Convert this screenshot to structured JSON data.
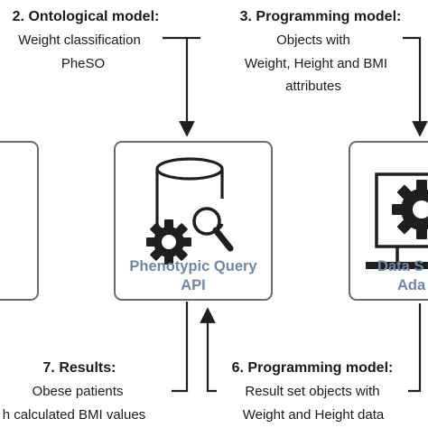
{
  "top_left": {
    "title": "2. Ontological model:",
    "lines": [
      "Weight classification",
      "PheSO"
    ]
  },
  "top_right": {
    "title": "3. Programming model:",
    "lines": [
      "Objects with",
      "Weight, Height and BMI",
      "attributes"
    ]
  },
  "center_box": {
    "lines": [
      "Phenotypic Query",
      "API"
    ]
  },
  "right_box": {
    "lines": [
      "Data S",
      "Ada"
    ]
  },
  "bottom_left": {
    "title": "7. Results:",
    "lines": [
      "Obese patients",
      "h calculated BMI values"
    ]
  },
  "bottom_right": {
    "title": "6. Programming model:",
    "lines": [
      "Result set objects with",
      "Weight and Height data"
    ]
  },
  "icons": {
    "center": [
      "database-icon",
      "gear-icon",
      "magnifier-icon"
    ],
    "right": [
      "monitor-icon",
      "gear-icon"
    ]
  },
  "colors": {
    "box_border": "#6b6b6b",
    "box_fill": "#ffffff",
    "icon": "#1f1f1f",
    "api_label": "#6f86a6",
    "connector": "#1f1f1f"
  }
}
